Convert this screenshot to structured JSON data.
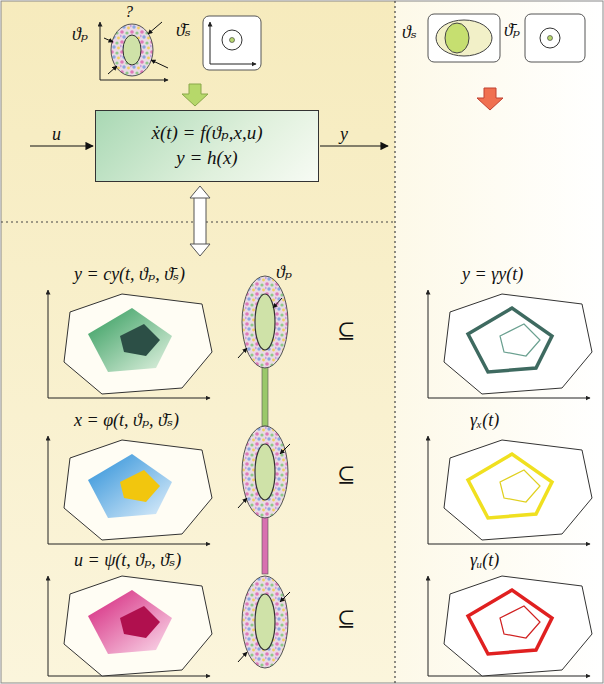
{
  "diagram": {
    "nodes": [
      {
        "text": [
          "ẋ(t) = f(ϑₚ,x,u)",
          "y = h(x)"
        ]
      }
    ],
    "labels": [
      "?",
      "ϑₚ",
      "ϑ̄ₛ",
      "ϑₛ",
      "ϑ̄ₚ",
      "u",
      "y",
      "y = cy(t, ϑₚ, ϑ̄ₛ)",
      "x = φ(t, ϑₚ, ϑ̄ₛ)",
      "u = ψ(t, ϑₚ, ϑ̄ₛ)",
      "ϑₚ",
      "y = γy(t)",
      "γₓ(t)",
      "γᵤ(t)",
      "⊆",
      "⊆",
      "⊆"
    ]
  }
}
